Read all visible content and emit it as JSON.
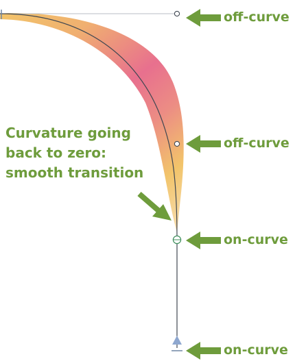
{
  "labels": {
    "top_handle": "off-curve",
    "mid_handle": "off-curve",
    "junction_node": "on-curve",
    "bottom_node": "on-curve"
  },
  "callout": {
    "lines": [
      "Curvature going",
      "back to zero:",
      "smooth transition"
    ]
  },
  "colors": {
    "label_green": "#6e9c3c",
    "arrow_green": "#6e9c3c",
    "comb_yellow": "#f2c46a",
    "comb_pink": "#e8708e",
    "outline": "#3f4752",
    "handle_line": "#b9bec6",
    "node_green": "#3f8f5d",
    "baseline_blue": "#6f86a4"
  },
  "icons": {
    "arrow": "left-pointing-arrow-icon",
    "callout_arrow": "diagonal-arrow-icon"
  }
}
